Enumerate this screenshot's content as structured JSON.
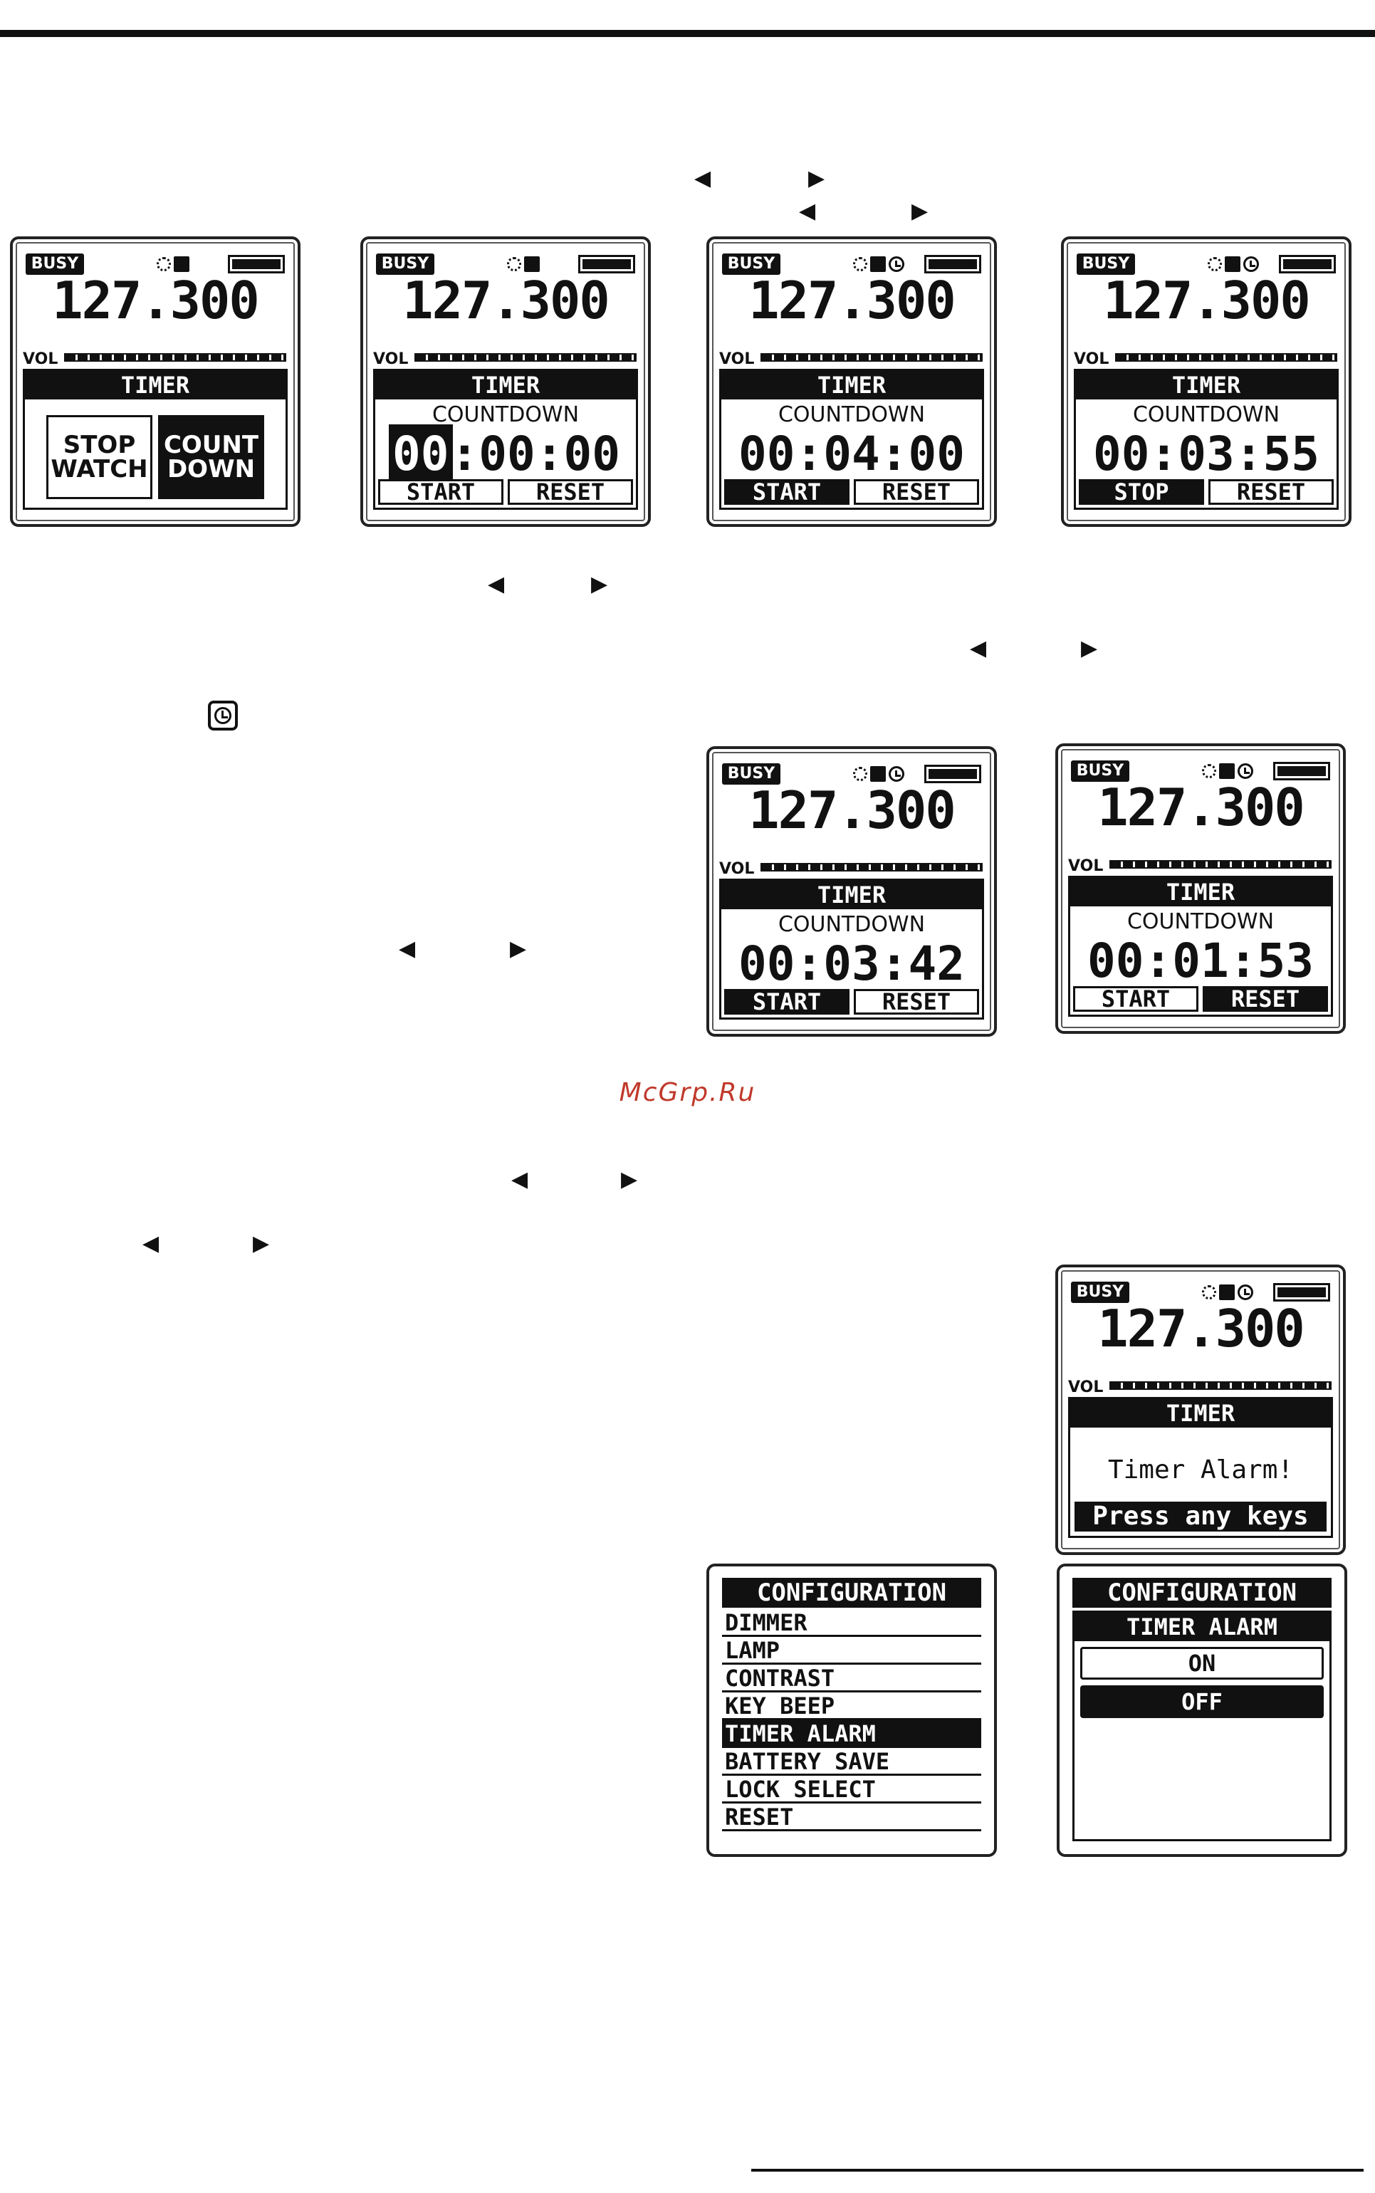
{
  "screens": [
    {
      "id": "s1",
      "busy": "BUSY",
      "freq": "127.300",
      "vol": "VOL",
      "title": "TIMER",
      "mode_stop": "STOP\nWATCH",
      "mode_count": "COUNT\nDOWN"
    },
    {
      "id": "s2",
      "busy": "BUSY",
      "freq": "127.300",
      "vol": "VOL",
      "title": "TIMER",
      "sub": "COUNTDOWN",
      "time_sel": "00",
      "time_rest": ":00:00",
      "btn1": "START",
      "btn2": "RESET"
    },
    {
      "id": "s3",
      "busy": "BUSY",
      "freq": "127.300",
      "vol": "VOL",
      "title": "TIMER",
      "sub": "COUNTDOWN",
      "time": "00:04:00",
      "btn1": "START",
      "btn2": "RESET"
    },
    {
      "id": "s4",
      "busy": "BUSY",
      "freq": "127.300",
      "vol": "VOL",
      "title": "TIMER",
      "sub": "COUNTDOWN",
      "time": "00:03:55",
      "btn1": "STOP",
      "btn2": "RESET"
    },
    {
      "id": "s5",
      "busy": "BUSY",
      "freq": "127.300",
      "vol": "VOL",
      "title": "TIMER",
      "sub": "COUNTDOWN",
      "time": "00:03:42",
      "btn1": "START",
      "btn2": "RESET"
    },
    {
      "id": "s6",
      "busy": "BUSY",
      "freq": "127.300",
      "vol": "VOL",
      "title": "TIMER",
      "sub": "COUNTDOWN",
      "time": "00:01:53",
      "btn1": "START",
      "btn2": "RESET"
    },
    {
      "id": "s7",
      "busy": "BUSY",
      "freq": "127.300",
      "vol": "VOL",
      "title": "TIMER",
      "message": "Timer Alarm!",
      "keys": "Press any keys"
    }
  ],
  "config_menu": {
    "title": "CONFIGURATION",
    "items": [
      "DIMMER",
      "LAMP",
      "CONTRAST",
      "KEY BEEP",
      "TIMER ALARM",
      "BATTERY SAVE",
      "LOCK SELECT",
      "RESET"
    ],
    "selected": "TIMER ALARM"
  },
  "config_timer_alarm": {
    "title": "CONFIGURATION",
    "panel_title": "TIMER ALARM",
    "options": [
      "ON",
      "OFF"
    ],
    "selected": "OFF"
  },
  "arrows": {
    "left": "◀",
    "right": "▶"
  },
  "watermark": "McGrp.Ru",
  "icons": {
    "clock": "clock-icon"
  }
}
